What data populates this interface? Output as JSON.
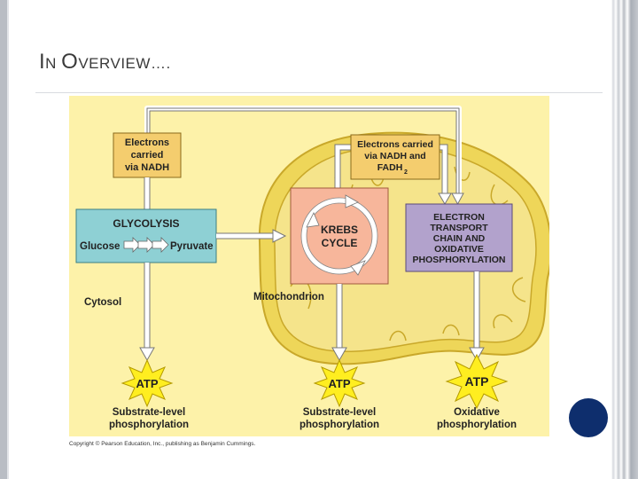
{
  "slide": {
    "title_cap_1": "I",
    "title_rest_1": "n ",
    "title_cap_2": "O",
    "title_rest_2": "verview….",
    "accent_dot_color": "#0e2e6d"
  },
  "diagram": {
    "background_color": "#fdf2a9",
    "mitochondrion_color": "#eed659",
    "nadh_box": [
      "Electrons",
      "carried",
      "via NADH"
    ],
    "nadh_fadh_box": [
      "Electrons carried",
      "via NADH and",
      "FADH"
    ],
    "fadh_subscript": "2",
    "glycolysis": {
      "title": "GLYCOLYSIS",
      "glucose": "Glucose",
      "pyruvate": "Pyruvate"
    },
    "krebs": [
      "KREBS",
      "CYCLE"
    ],
    "etc": [
      "ELECTRON",
      "TRANSPORT",
      "CHAIN AND",
      "OXIDATIVE",
      "PHOSPHORYLATION"
    ],
    "cytosol_label": "Cytosol",
    "mitochondrion_label": "Mitochondrion",
    "atp_label": "ATP",
    "substrate_label": [
      "Substrate-level",
      "phosphorylation"
    ],
    "oxidative_label": [
      "Oxidative",
      "phosphorylation"
    ],
    "copyright": "Copyright © Pearson Education, Inc., publishing as Benjamin Cummings."
  }
}
